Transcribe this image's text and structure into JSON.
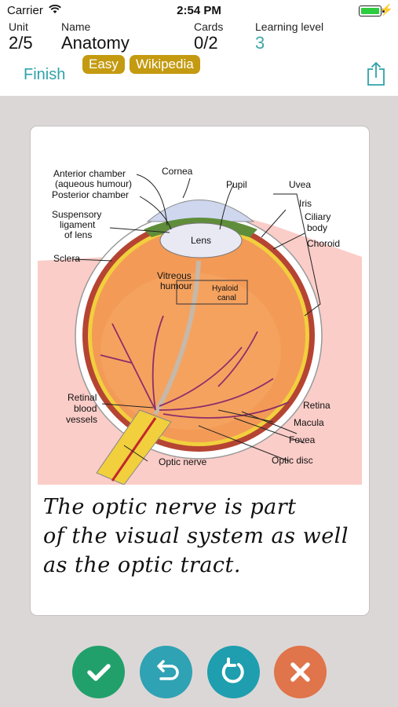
{
  "status_bar": {
    "carrier": "Carrier",
    "time": "2:54 PM"
  },
  "header": {
    "unit_label": "Unit",
    "unit_value": "2/5",
    "name_label": "Name",
    "name_value": "Anatomy",
    "cards_label": "Cards",
    "cards_value": "0/2",
    "level_label": "Learning level",
    "level_value": "3",
    "finish_label": "Finish",
    "tags": [
      "Easy",
      "Wikipedia"
    ]
  },
  "colors": {
    "accent": "#2fa2aa",
    "tag": "#c49a10",
    "correct": "#21a06b",
    "undo": "#2fa2b4",
    "retry": "#1e9eae",
    "wrong": "#e0744a"
  },
  "card": {
    "diagram_labels": {
      "anterior_chamber": "Anterior chamber",
      "aqueous_humour": "(aqueous humour)",
      "posterior_chamber": "Posterior chamber",
      "cornea": "Cornea",
      "pupil": "Pupil",
      "uvea": "Uvea",
      "iris": "Iris",
      "ciliary": "Ciliary",
      "body": "body",
      "choroid": "Choroid",
      "suspensory": "Suspensory",
      "ligament": "ligament",
      "of_lens": "of lens",
      "sclera": "Sclera",
      "lens": "Lens",
      "vitreous": "Vitreous",
      "humour": "humour",
      "hyaloid": "Hyaloid",
      "canal": "canal",
      "retinal": "Retinal",
      "blood": "blood",
      "vessels": "vessels",
      "retina": "Retina",
      "macula": "Macula",
      "fovea": "Fovea",
      "optic_disc": "Optic disc",
      "optic_nerve": "Optic nerve"
    },
    "note_lines": [
      "The optic nerve is part",
      "of the visual system as well",
      "as the optic tract."
    ]
  },
  "buttons": {
    "correct_icon": "checkmark-icon",
    "undo_icon": "undo-icon",
    "retry_icon": "refresh-icon",
    "wrong_icon": "close-icon"
  }
}
